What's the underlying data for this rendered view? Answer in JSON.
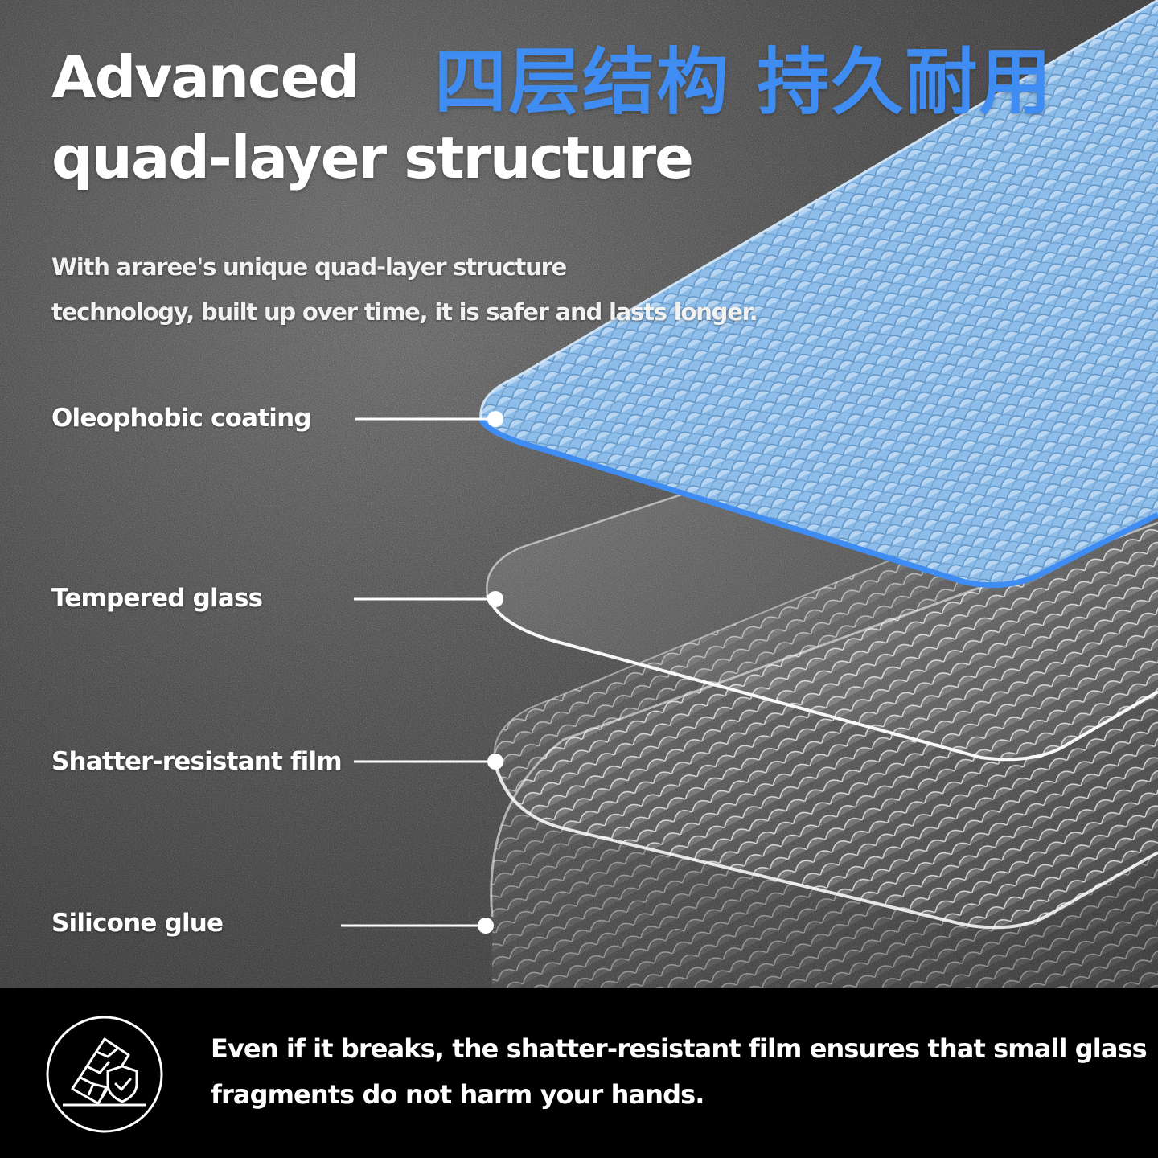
{
  "headline": {
    "en_line1": "Advanced",
    "en_line2": "quad-layer structure",
    "cn": "四层结构 持久耐用",
    "cn_color": "#3f8df2"
  },
  "intro": {
    "line1": "With araree's unique quad-layer structure",
    "line2": "technology, built up over time, it is safer and lasts longer."
  },
  "layers": [
    {
      "label": "Oleophobic coating",
      "color": "#7fb2e6"
    },
    {
      "label": "Tempered glass"
    },
    {
      "label": "Shatter-resistant film"
    },
    {
      "label": "Silicone glue"
    }
  ],
  "footer": {
    "icon": "shield-glass-icon",
    "line1": "Even if it breaks, the shatter-resistant film ensures that small glass",
    "line2": "fragments do not harm your hands."
  }
}
